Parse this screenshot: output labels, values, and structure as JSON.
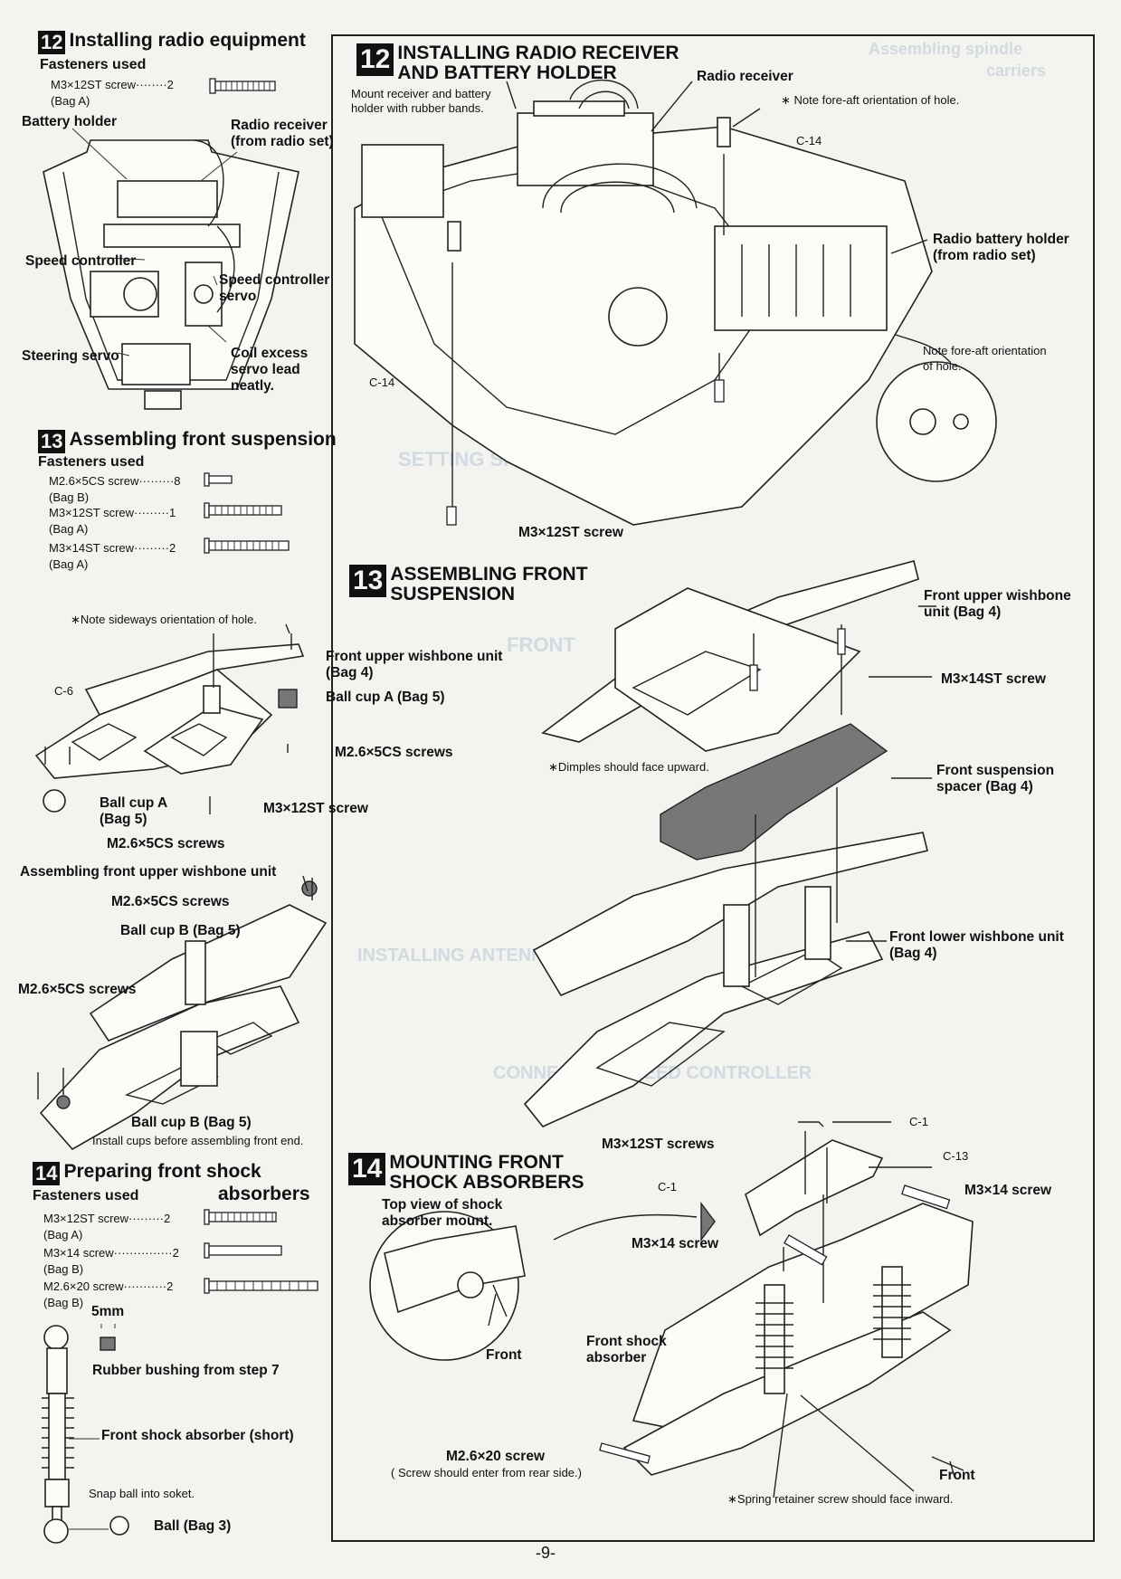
{
  "left": {
    "step12": {
      "num": "12",
      "title": "Installing radio equipment",
      "fasteners_used": "Fasteners used",
      "screw": "M3×12ST screw········2",
      "bag": "(Bag A)",
      "labels": {
        "battery_holder": "Battery holder",
        "radio_receiver": "Radio receiver",
        "from_radio_set": "(from radio set)",
        "speed_controller": "Speed controller",
        "speed_controller_servo_1": "Speed controller",
        "speed_controller_servo_2": "servo",
        "steering_servo": "Steering servo",
        "coil_1": "Coil excess",
        "coil_2": "servo lead",
        "coil_3": "neatly."
      }
    },
    "step13": {
      "num": "13",
      "title": "Assembling front suspension",
      "fasteners_used": "Fasteners used",
      "f1": "M2.6×5CS screw·········8",
      "f1_bag": "(Bag B)",
      "f2": "M3×12ST screw·········1",
      "f2_bag": "(Bag A)",
      "f3": "M3×14ST screw·········2",
      "f3_bag": "(Bag A)",
      "note_hole": "∗Note sideways orientation of hole.",
      "c6": "C-6",
      "upper_wishbone_1": "Front upper wishbone unit",
      "upper_wishbone_2": "(Bag 4)",
      "ball_cup_a": "Ball cup A (Bag 5)",
      "m26_screws_1": "M2.6×5CS screws",
      "ball_cup_a2_1": "Ball cup A",
      "ball_cup_a2_2": "(Bag 5)",
      "m3_12st": "M3×12ST screw",
      "m26_screws_2": "M2.6×5CS screws",
      "assembling_upper": "Assembling front upper wishbone unit",
      "m26_screws_3": "M2.6×5CS screws",
      "ball_cup_b": "Ball cup B (Bag 5)",
      "m26_screws_4": "M2.6×5CS screws",
      "ball_cup_b2": "Ball cup B (Bag 5)",
      "install_cups": "Install cups before assembling front end."
    },
    "step14": {
      "num": "14",
      "title_1": "Preparing front shock",
      "title_2": "absorbers",
      "fasteners_used": "Fasteners used",
      "f1": "M3×12ST screw·········2",
      "f1_bag": "(Bag A)",
      "f2": "M3×14 screw···············2",
      "f2_bag": "(Bag B)",
      "f3": "M2.6×20 screw···········2",
      "f3_bag": "(Bag B)",
      "five_mm": "5mm",
      "rubber_bushing": "Rubber bushing from step 7",
      "front_shock_short": "Front shock absorber (short)",
      "snap_ball": "Snap ball into soket.",
      "ball": "Ball (Bag 3)"
    }
  },
  "right": {
    "step12": {
      "num": "12",
      "title_1": "INSTALLING RADIO RECEIVER",
      "title_2": "AND BATTERY HOLDER",
      "radio_receiver": "Radio receiver",
      "mount_note_1": "Mount receiver and battery",
      "mount_note_2": "holder with rubber bands.",
      "note_fore_aft": "∗ Note fore-aft orientation of hole.",
      "c14_a": "C-14",
      "battery_holder_1": "Radio battery holder",
      "battery_holder_2": "(from radio set)",
      "circle_note_1": "Note fore-aft orientation",
      "circle_note_2": "of hole.",
      "c14_b": "C-14",
      "m3_12st": "M3×12ST screw"
    },
    "step13": {
      "num": "13",
      "title_1": "ASSEMBLING FRONT",
      "title_2": "SUSPENSION",
      "upper_1": "Front upper wishbone",
      "upper_2": "unit (Bag 4)",
      "m3_14st": "M3×14ST screw",
      "dimples": "∗Dimples should face upward.",
      "spacer_1": "Front suspension",
      "spacer_2": "spacer (Bag 4)",
      "lower_1": "Front lower wishbone unit",
      "lower_2": "(Bag 4)"
    },
    "step14": {
      "num": "14",
      "title_1": "MOUNTING FRONT",
      "title_2": "SHOCK ABSORBERS",
      "c1_a": "C-1",
      "m3_12st_screws": "M3×12ST screws",
      "c13": "C-13",
      "c1_b": "C-1",
      "m3_14_screw_a": "M3×14 screw",
      "top_view_1": "Top view of shock",
      "top_view_2": "absorber mount.",
      "m3_14_screw_b": "M3×14 screw",
      "front_a": "Front",
      "front_shock_1": "Front shock",
      "front_shock_2": "absorber",
      "m26_20": "M2.6×20 screw",
      "rear_note": "( Screw should enter from rear side.)",
      "front_b": "Front",
      "spring_note": "∗Spring retainer screw should face inward."
    }
  },
  "page_number": "-9-"
}
